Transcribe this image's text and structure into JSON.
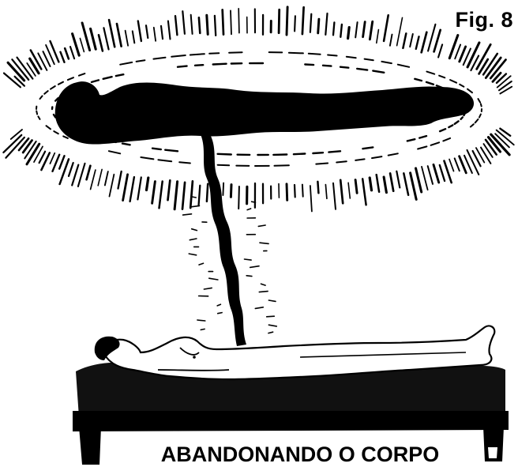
{
  "figure": {
    "label": "Fig. 8",
    "caption": "ABANDONANDO O CORPO"
  },
  "colors": {
    "ink": "#000000",
    "paper": "#ffffff"
  },
  "illustration": {
    "elements": [
      "astral-body",
      "aura",
      "silver-cord",
      "physical-body",
      "bed"
    ]
  }
}
